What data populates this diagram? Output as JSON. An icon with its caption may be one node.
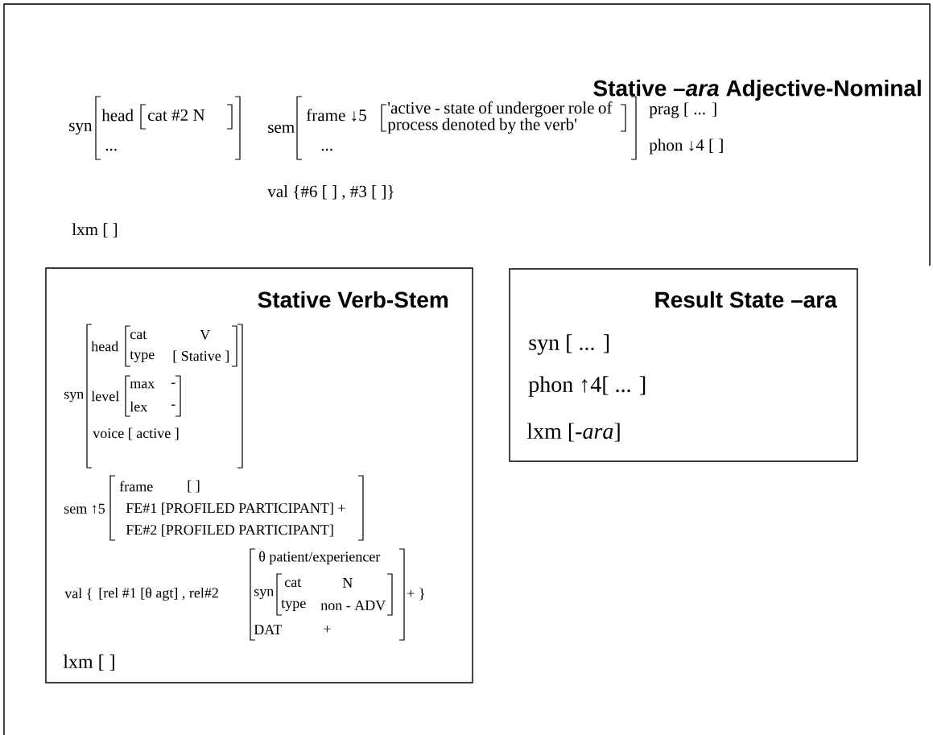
{
  "diagram": {
    "nodes": [
      {
        "text": [
          "Stative –*ara* Adjective-Nominal",
          "syn",
          "head",
          "cat #2 N",
          "...",
          "sem",
          "frame ↓5",
          "'active - state of undergoer role of process denoted by the verb'",
          "...",
          "prag [ ... ]",
          "phon ↓4 [ ]",
          "val {#6 [ ] , #3 [ ]}",
          "lxm [ ]"
        ]
      },
      {
        "text": [
          "Stative Verb-Stem",
          "syn",
          "head",
          "cat",
          "V",
          "type",
          "[ Stative ]",
          "level",
          "max",
          "-",
          "lex",
          "-",
          "voice [ active ]",
          "sem ↑5",
          "frame",
          "[ ]",
          "FE#1 [PROFILED PARTICIPANT] +",
          "FE#2 [PROFILED PARTICIPANT]",
          "val {",
          "[rel #1 [θ agt] , rel#2",
          "θ patient/experiencer",
          "syn",
          "cat",
          "N",
          "type",
          "non - ADV",
          "DAT",
          "+",
          "+ }",
          "lxm [ ]"
        ],
        "in": 0
      },
      {
        "text": [
          "Result State –ara",
          "syn [ ... ]",
          "phon ↑4[ ... ]",
          "lxm [-*ara*]"
        ],
        "in": 0
      }
    ]
  }
}
